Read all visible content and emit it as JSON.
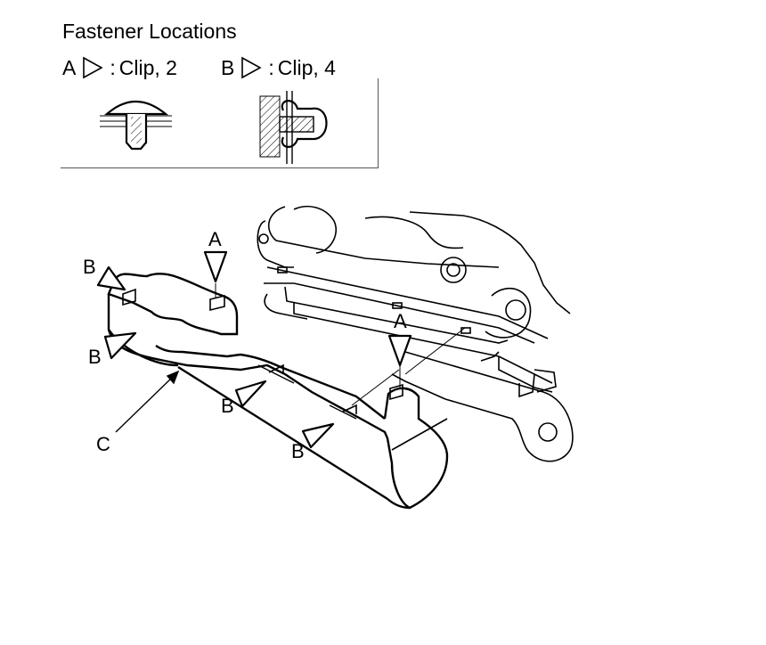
{
  "title": "Fastener Locations",
  "legend": [
    {
      "letter": "A",
      "sep": ": ",
      "text": "Clip, 2"
    },
    {
      "letter": "B",
      "sep": ": ",
      "text": "Clip, 4"
    }
  ],
  "callouts": {
    "a": "A",
    "b": "B",
    "c": "C"
  }
}
